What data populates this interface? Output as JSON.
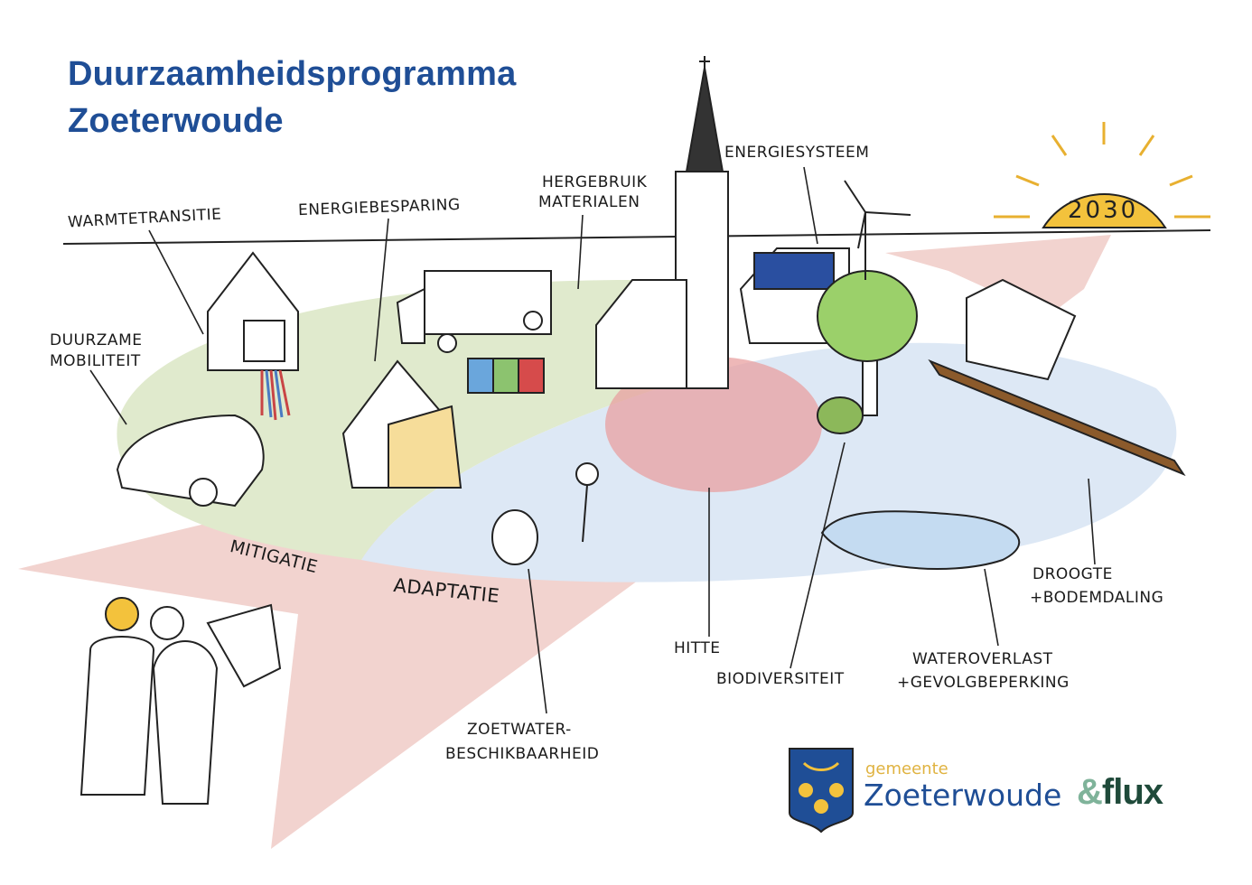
{
  "title": {
    "line1": "Duurzaamheidsprogramma",
    "line2": "Zoeterwoude"
  },
  "sun": {
    "year": "2030"
  },
  "labels": {
    "warmtetransitie": "WARMTETRANSITIE",
    "energiebesparing": "ENERGIEBESPARING",
    "hergebruik_1": "HERGEBRUIK",
    "hergebruik_2": "MATERIALEN",
    "energiesysteem": "ENERGIESYSTEEM",
    "mobiliteit_1": "DUURZAME",
    "mobiliteit_2": "MOBILITEIT",
    "mitigatie": "MITIGATIE",
    "adaptatie": "ADAPTATIE",
    "hitte": "HITTE",
    "biodiversiteit": "BIODIVERSITEIT",
    "wateroverlast_1": "WATEROVERLAST",
    "wateroverlast_2": "+GEVOLGBEPERKING",
    "droogte_1": "DROOGTE",
    "droogte_2": "+BODEMDALING",
    "zoetwater_1": "ZOETWATER-",
    "zoetwater_2": "BESCHIKBAARHEID"
  },
  "logos": {
    "gemeente": "gemeente",
    "municipality": "Zoeterwoude",
    "partner_amp": "&",
    "partner": "flux"
  },
  "colors": {
    "title": "#1f4e96",
    "mitigation": "#dfe9cc",
    "adaptation": "#dde8f5",
    "heat": "#e89a9a",
    "pink": "#f2d0cc",
    "sun": "#f3c23c"
  }
}
